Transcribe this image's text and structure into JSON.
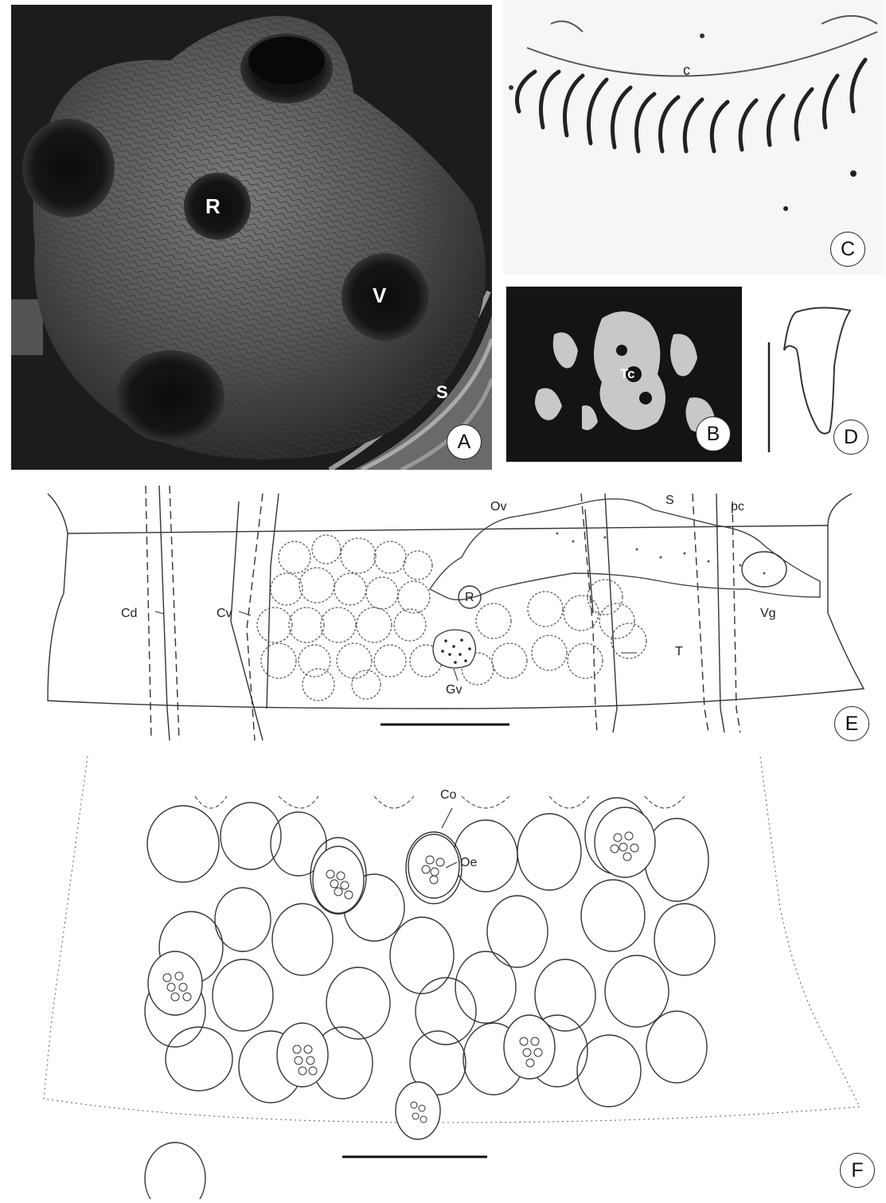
{
  "figure": {
    "panel_labels": {
      "a": "A",
      "b": "B",
      "c": "C",
      "d": "D",
      "e": "E",
      "f": "F"
    },
    "panel_a": {
      "label_r": "R",
      "label_v": "V",
      "label_s": "S"
    },
    "panel_b": {
      "label_tc": "Tc"
    },
    "panel_c": {
      "label_c": "c"
    },
    "panel_e": {
      "label_ov": "Ov",
      "label_s": "S",
      "label_pc": "pc",
      "label_r": "R",
      "label_vg": "Vg",
      "label_cd": "Cd",
      "label_cv": "Cv",
      "label_gv": "Gv",
      "label_t": "T"
    },
    "panel_f": {
      "label_co": "Co",
      "label_oe": "Oe"
    }
  }
}
